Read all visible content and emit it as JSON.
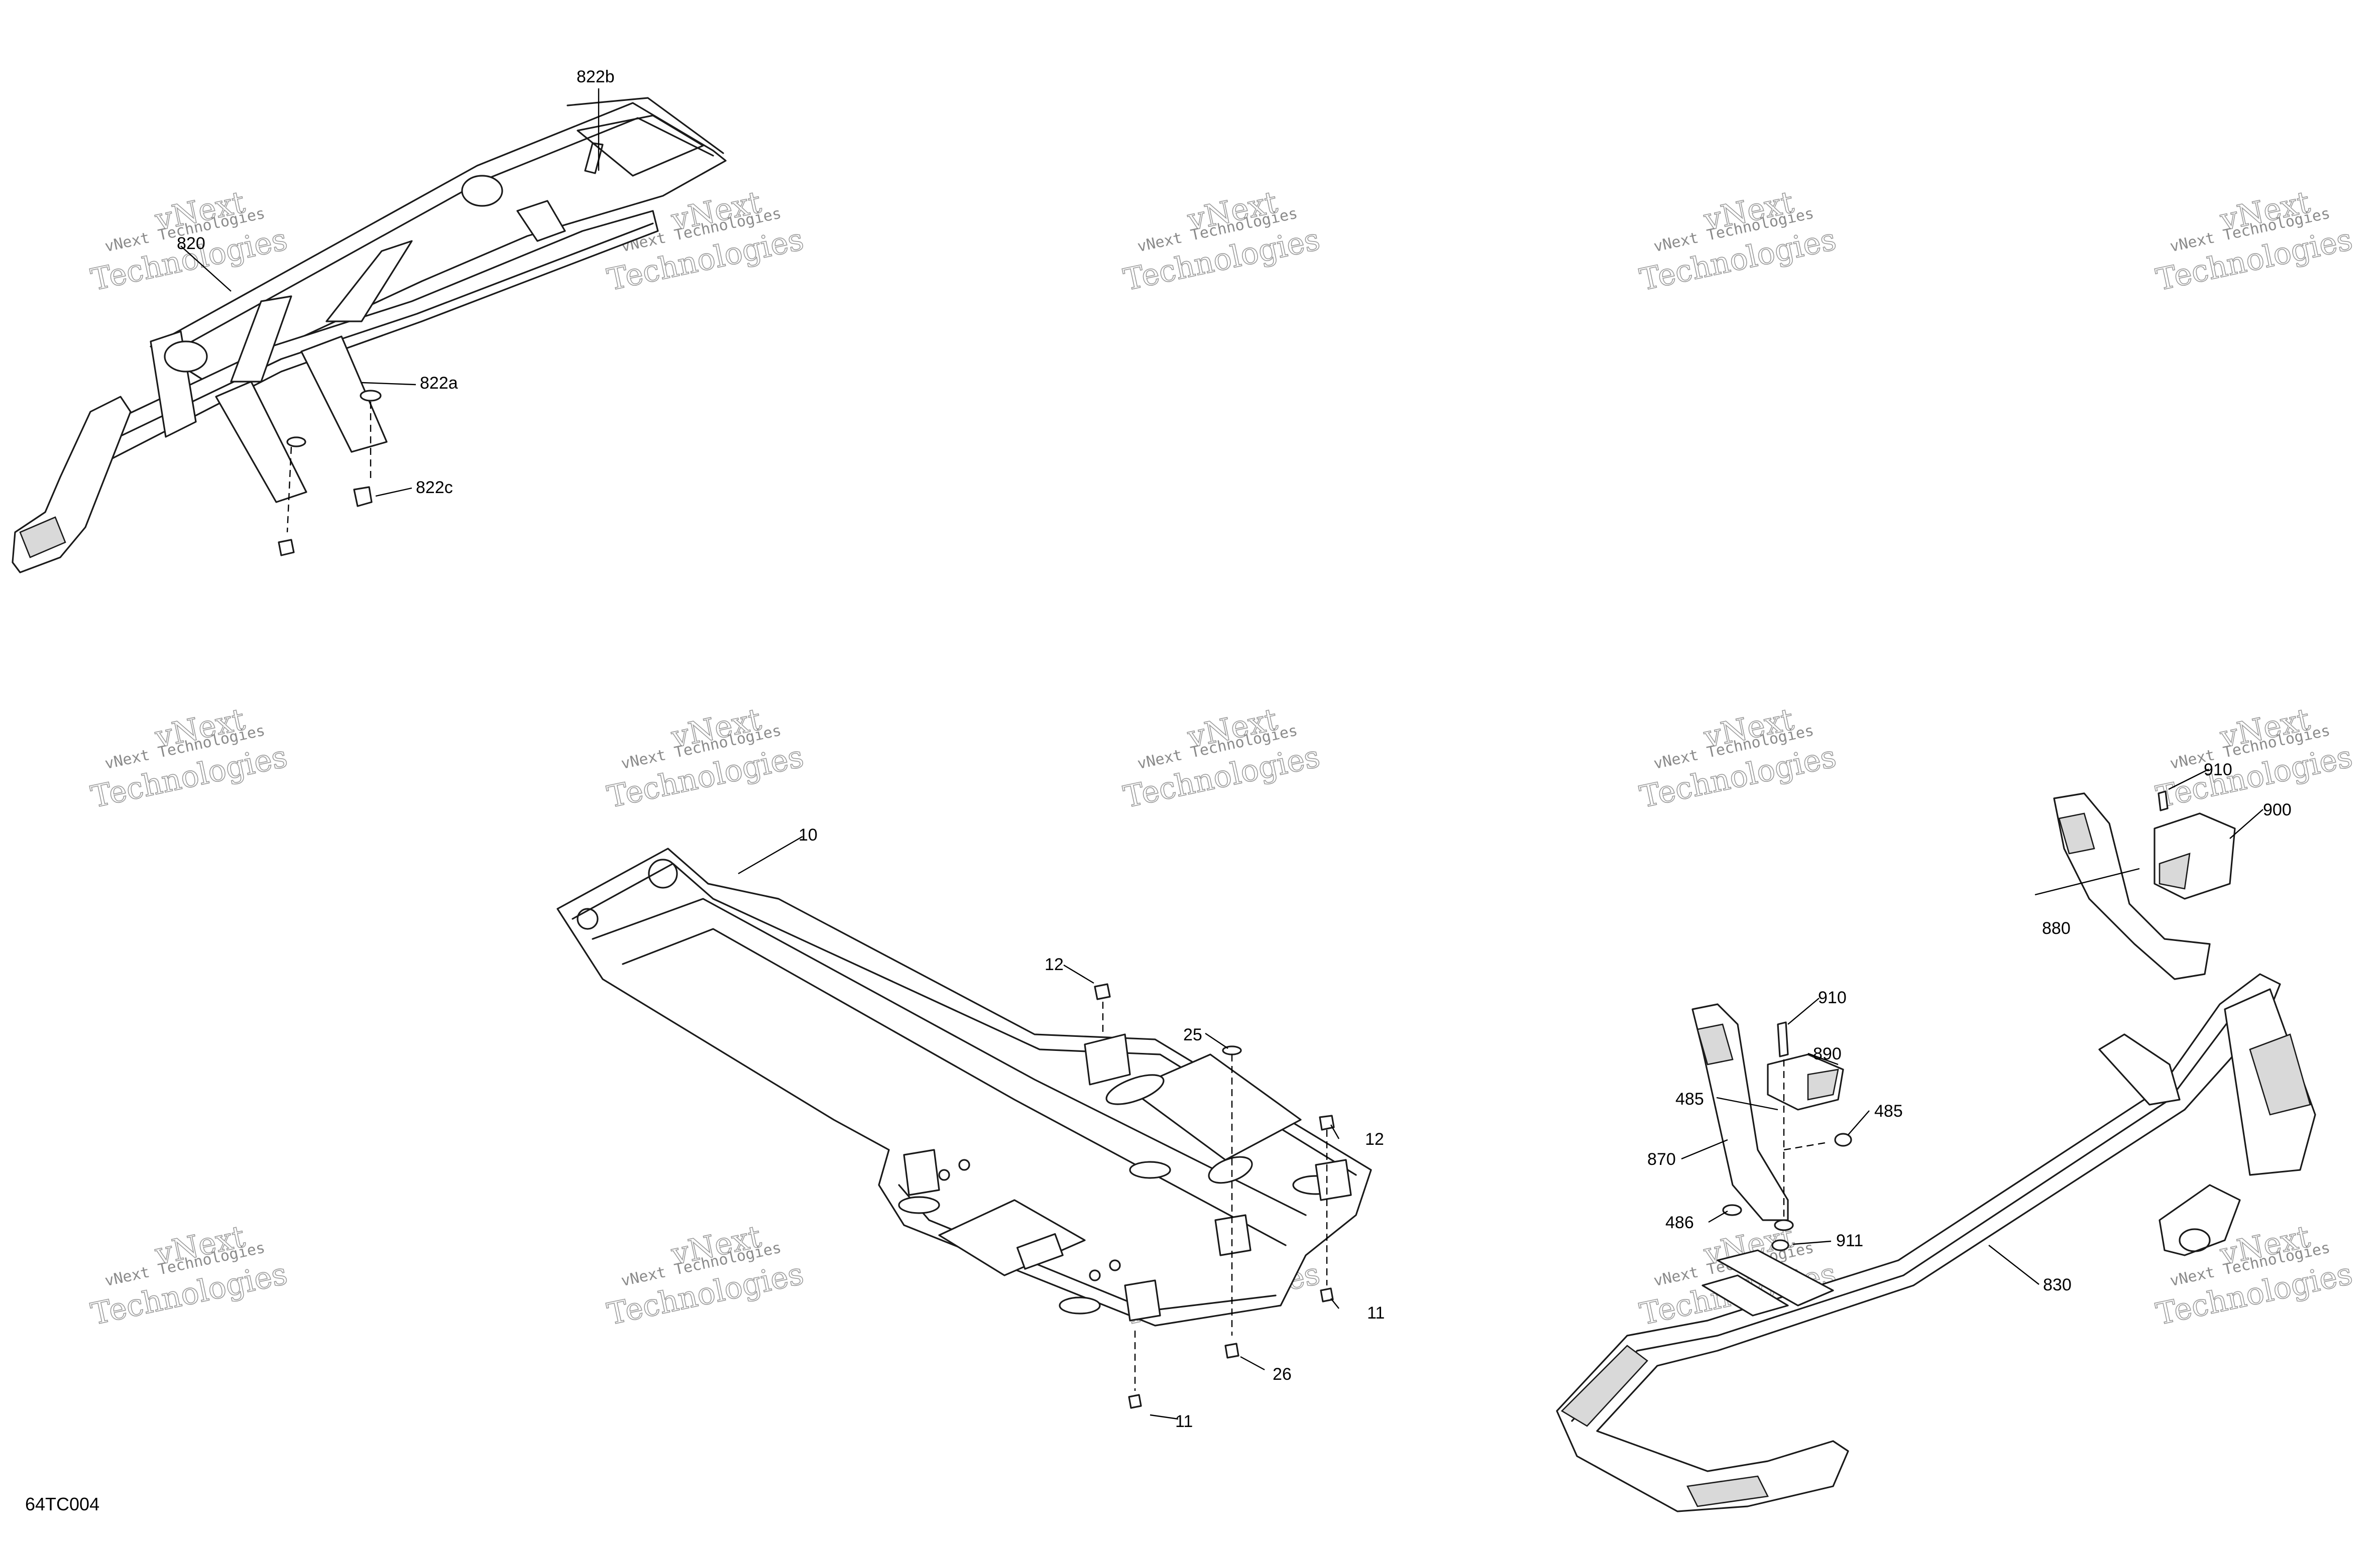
{
  "figure_id": "64TC004",
  "watermark": {
    "line1": "vNext Technologies",
    "line2": "vNext",
    "line3": "Technologies"
  },
  "callouts": {
    "c820": "820",
    "c822a": "822a",
    "c822b": "822b",
    "c822c": "822c",
    "c10": "10",
    "c11a": "11",
    "c11b": "11",
    "c12a": "12",
    "c12b": "12",
    "c25": "25",
    "c26": "26",
    "c485a": "485",
    "c485b": "485",
    "c486": "486",
    "c830": "830",
    "c870": "870",
    "c880": "880",
    "c890": "890",
    "c900": "900",
    "c910a": "910",
    "c910b": "910",
    "c911": "911"
  }
}
